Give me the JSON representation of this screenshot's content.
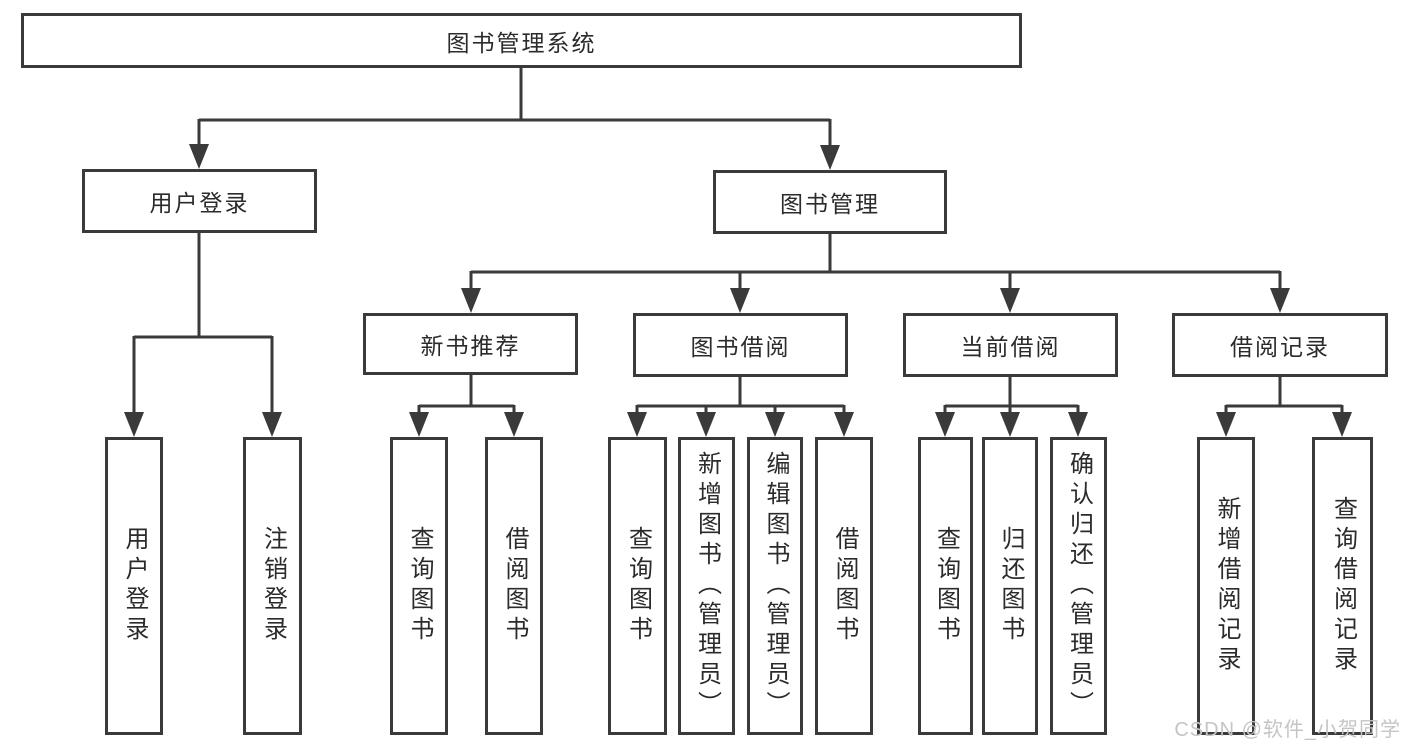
{
  "nodes": {
    "root": {
      "label": "图书管理系统"
    },
    "user_login": {
      "label": "用户登录"
    },
    "book_mgmt": {
      "label": "图书管理"
    },
    "new_book_rec": {
      "label": "新书推荐"
    },
    "book_borrow": {
      "label": "图书借阅"
    },
    "current_borrow": {
      "label": "当前借阅"
    },
    "borrow_record": {
      "label": "借阅记录"
    },
    "leaf_user_login": {
      "label": "用户登录"
    },
    "leaf_logout_login": {
      "label": "注销登录"
    },
    "leaf_query_book_a": {
      "label": "查询图书"
    },
    "leaf_borrow_book_a": {
      "label": "借阅图书"
    },
    "leaf_query_book_b": {
      "label": "查询图书"
    },
    "leaf_add_book": {
      "label": "新增图书（管理员）"
    },
    "leaf_edit_book": {
      "label": "编辑图书（管理员）"
    },
    "leaf_borrow_book_b": {
      "label": "借阅图书"
    },
    "leaf_query_book_c": {
      "label": "查询图书"
    },
    "leaf_return_book": {
      "label": "归还图书"
    },
    "leaf_confirm_return": {
      "label": "确认归还（管理员）"
    },
    "leaf_add_borrow_record": {
      "label": "新增借阅记录"
    },
    "leaf_query_borrow_record": {
      "label": "查询借阅记录"
    }
  },
  "hierarchy": {
    "图书管理系统": {
      "用户登录": [
        "用户登录",
        "注销登录"
      ],
      "图书管理": {
        "新书推荐": [
          "查询图书",
          "借阅图书"
        ],
        "图书借阅": [
          "查询图书",
          "新增图书（管理员）",
          "编辑图书（管理员）",
          "借阅图书"
        ],
        "当前借阅": [
          "查询图书",
          "归还图书",
          "确认归还（管理员）"
        ],
        "借阅记录": [
          "新增借阅记录",
          "查询借阅记录"
        ]
      }
    }
  },
  "watermark": {
    "text": "CSDN @软件_小贺同学"
  },
  "colors": {
    "line": "#3a3a3a",
    "text": "#2b2b2b",
    "watermark": "#c6c4c4",
    "background": "#ffffff"
  }
}
